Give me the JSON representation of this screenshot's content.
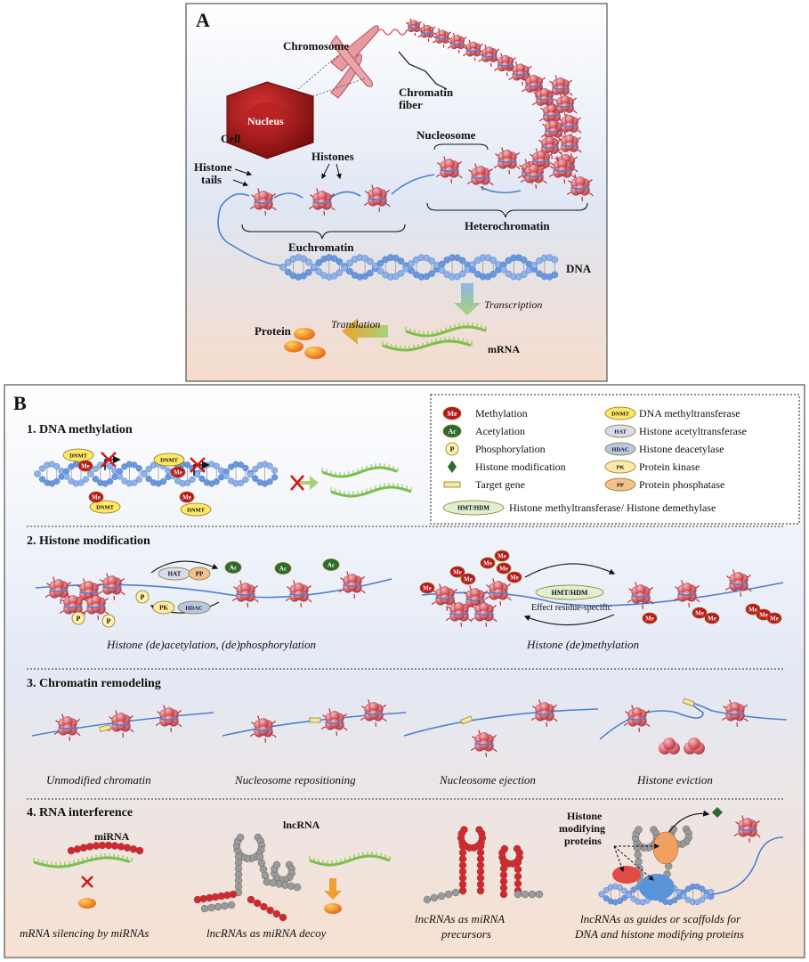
{
  "panelA": {
    "letter": "A",
    "labels": {
      "chromosome": "Chromosome",
      "chromatin_fiber_1": "Chromatin",
      "chromatin_fiber_2": "fiber",
      "nucleus": "Nucleus",
      "cell": "Cell",
      "nucleosome": "Nucleosome",
      "histones": "Histones",
      "histone_tails_1": "Histone",
      "histone_tails_2": "tails",
      "heterochromatin": "Heterochromatin",
      "euchromatin": "Euchromatin",
      "dna": "DNA",
      "transcription": "Transcription",
      "translation": "Translation",
      "protein": "Protein",
      "mrna": "mRNA"
    }
  },
  "panelB": {
    "letter": "B",
    "legend": {
      "left": [
        {
          "badge": "Me",
          "label": "Methylation",
          "color": "#c0141c"
        },
        {
          "badge": "Ac",
          "label": "Acetylation",
          "color": "#2d6a2d"
        },
        {
          "badge": "P",
          "label": "Phosphorylation",
          "color": "#fff3b0"
        },
        {
          "badge": "",
          "label": "Histone modification",
          "color": "#2d6a2d"
        },
        {
          "badge": "",
          "label": "Target gene",
          "color": "#f6e79a"
        }
      ],
      "right": [
        {
          "badge": "DNMT",
          "label": "DNA methyltransferase",
          "color": "#ffe766"
        },
        {
          "badge": "HAT",
          "label": "Histone acetyltransferase",
          "color": "#d8dcef"
        },
        {
          "badge": "HDAC",
          "label": "Histone deacetylase",
          "color": "#b7c7e6"
        },
        {
          "badge": "PK",
          "label": "Protein kinase",
          "color": "#ffe9a8"
        },
        {
          "badge": "PP",
          "label": "Protein phosphatase",
          "color": "#f4c08e"
        }
      ],
      "wide": {
        "badge": "HMT/HDM",
        "label": "Histone methyltransferase/ Histone demethylase",
        "color": "#dff0d0"
      }
    },
    "sections": {
      "s1": "1. DNA methylation",
      "s2": "2. Histone modification",
      "s3": "3. Chromatin remodeling",
      "s4": "4. RNA interference"
    },
    "section1": {
      "dnmt": "DNMT",
      "me": "Me"
    },
    "section2": {
      "hat": "HAT",
      "pp": "PP",
      "pk": "PK",
      "hdac": "HDAC",
      "ac": "Ac",
      "p": "P",
      "me": "Me",
      "hmt_hdm": "HMT/HDM",
      "effect": "Effect residue-specific",
      "caption_left": "Histone (de)acetylation, (de)phosphorylation",
      "caption_right": "Histone (de)methylation"
    },
    "section3": {
      "captions": [
        "Unmodified chromatin",
        "Nucleosome repositioning",
        "Nucleosome ejection",
        "Histone eviction"
      ]
    },
    "section4": {
      "mirna": "miRNA",
      "lncrna": "lncRNA",
      "hmp_1": "Histone",
      "hmp_2": "modifying",
      "hmp_3": "proteins",
      "captions": [
        [
          "mRNA silencing by miRNAs"
        ],
        [
          "lncRNAs as miRNA decoy"
        ],
        [
          "lncRNAs as miRNA",
          "precursors"
        ],
        [
          "lncRNAs as guides or scaffolds for",
          "DNA and histone modifying proteins"
        ]
      ]
    },
    "colors": {
      "histone": "#d9626a",
      "dna_blue": "#4d7fd0",
      "mrna_green": "#7cbf4a",
      "mirna_red": "#d9262b",
      "lnc_gray": "#9a9a9a",
      "nucleus": "#a01818"
    }
  }
}
